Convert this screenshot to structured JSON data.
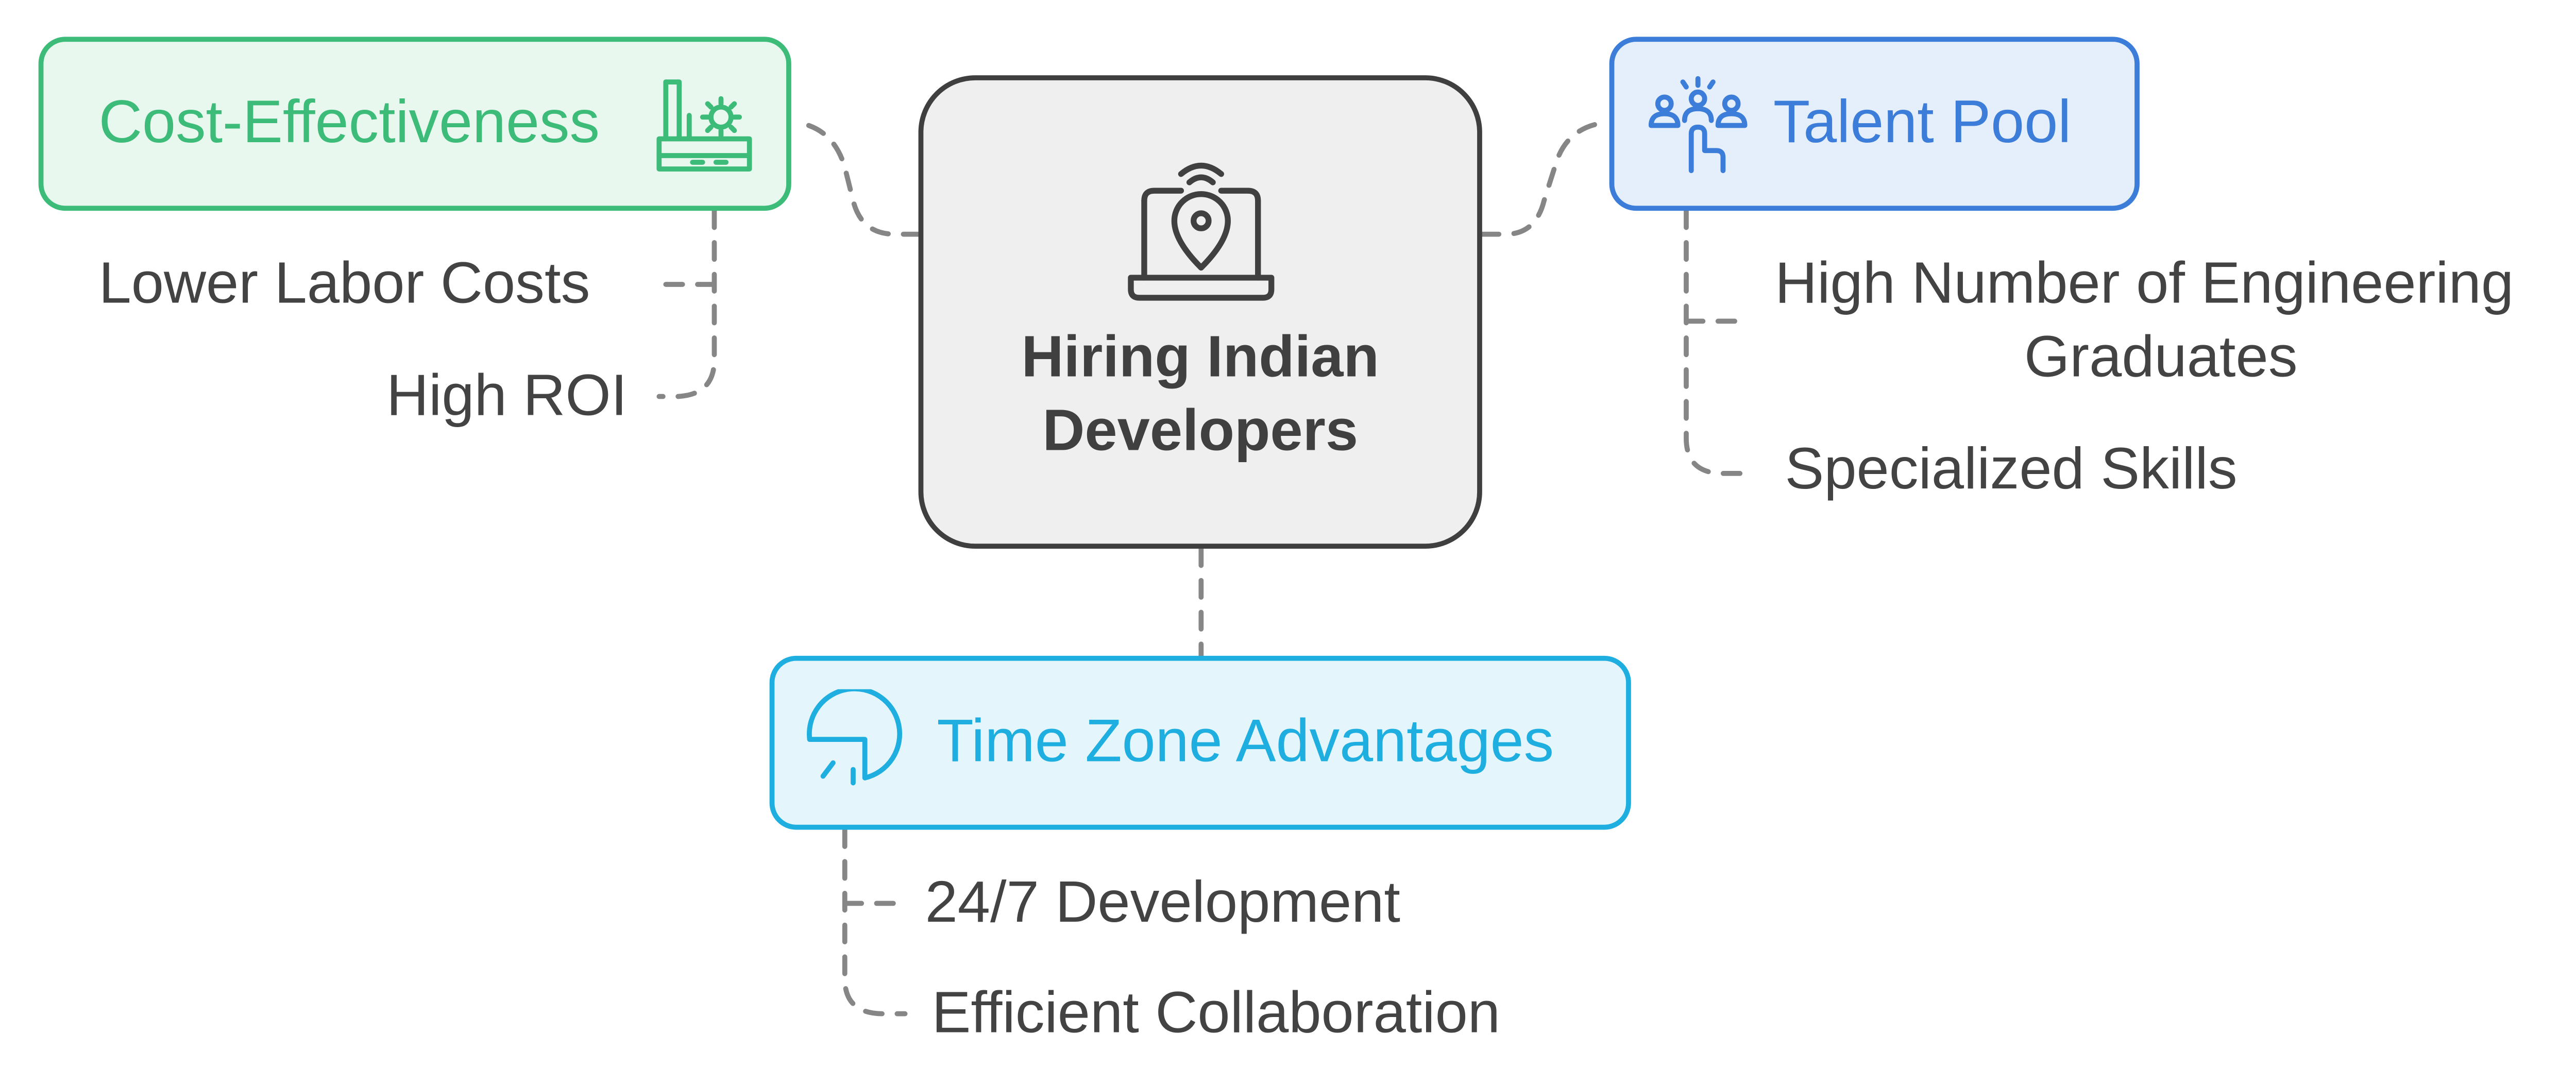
{
  "center": {
    "title_line1": "Hiring Indian",
    "title_line2": "Developers",
    "icon": "laptop-location-icon"
  },
  "branches": {
    "cost": {
      "title": "Cost-Effectiveness",
      "icon": "factory-gear-icon",
      "color": "#3dbb78",
      "fill": "#e8f8ef",
      "items": [
        "Lower Labor Costs",
        "High ROI"
      ]
    },
    "talent": {
      "title": "Talent Pool",
      "icon": "people-hand-icon",
      "color": "#3b7dd8",
      "fill": "#e5eefb",
      "items": [
        "High Number of Engineering",
        "Graduates",
        "Specialized Skills"
      ]
    },
    "time": {
      "title": "Time Zone Advantages",
      "icon": "time-dial-icon",
      "color": "#1faee0",
      "fill": "#e4f6fb",
      "items": [
        "24/7 Development",
        "Efficient Collaboration"
      ]
    }
  }
}
